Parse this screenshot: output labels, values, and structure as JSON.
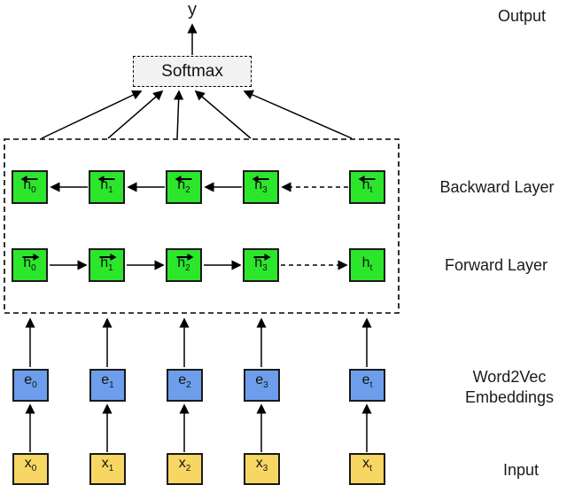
{
  "output": {
    "y_symbol": "y",
    "label": "Output"
  },
  "softmax": {
    "label": "Softmax"
  },
  "layers": {
    "backward": {
      "label": "Backward Layer",
      "nodes": [
        {
          "base": "h",
          "sub": "0",
          "vector": "left"
        },
        {
          "base": "h",
          "sub": "1",
          "vector": "left"
        },
        {
          "base": "h",
          "sub": "2",
          "vector": "left"
        },
        {
          "base": "h",
          "sub": "3",
          "vector": "left"
        },
        {
          "base": "h",
          "sub": "t",
          "vector": "left"
        }
      ]
    },
    "forward": {
      "label": "Forward Layer",
      "nodes": [
        {
          "base": "h",
          "sub": "0",
          "vector": "right"
        },
        {
          "base": "h",
          "sub": "1",
          "vector": "right"
        },
        {
          "base": "h",
          "sub": "2",
          "vector": "right"
        },
        {
          "base": "h",
          "sub": "3",
          "vector": "right"
        },
        {
          "base": "h",
          "sub": "t",
          "vector": "none"
        }
      ]
    }
  },
  "embeddings": {
    "label_line1": "Word2Vec",
    "label_line2": "Embeddings",
    "nodes": [
      {
        "base": "e",
        "sub": "0"
      },
      {
        "base": "e",
        "sub": "1"
      },
      {
        "base": "e",
        "sub": "2"
      },
      {
        "base": "e",
        "sub": "3"
      },
      {
        "base": "e",
        "sub": "t"
      }
    ]
  },
  "input": {
    "label": "Input",
    "nodes": [
      {
        "base": "x",
        "sub": "0"
      },
      {
        "base": "x",
        "sub": "1"
      },
      {
        "base": "x",
        "sub": "2"
      },
      {
        "base": "x",
        "sub": "3"
      },
      {
        "base": "x",
        "sub": "t"
      }
    ]
  },
  "colors": {
    "hidden_node": "#2ce62c",
    "embedding_node": "#6d9eeb",
    "input_node": "#f8d664",
    "softmax_fill": "#f2f2f2",
    "arrow": "#000000"
  }
}
